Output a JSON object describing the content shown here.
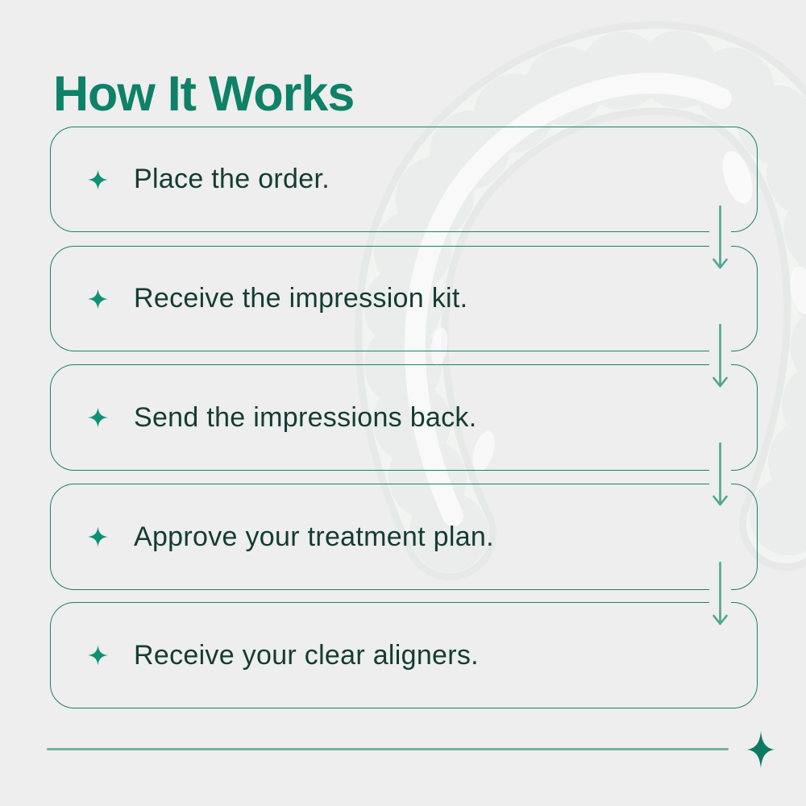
{
  "page": {
    "title": "How It Works",
    "background_color": "#edeeed",
    "background_art": "translucent-clear-aligner-arch"
  },
  "steps": [
    {
      "label": "Place the order.",
      "bullet_icon": "sparkle-four-point-star"
    },
    {
      "label": "Receive the impression kit.",
      "bullet_icon": "sparkle-four-point-star"
    },
    {
      "label": "Send the impressions back.",
      "bullet_icon": "sparkle-four-point-star"
    },
    {
      "label": "Approve your treatment plan.",
      "bullet_icon": "sparkle-four-point-star"
    },
    {
      "label": "Receive your clear aligners.",
      "bullet_icon": "sparkle-four-point-star"
    }
  ],
  "connectors": {
    "count": 4,
    "style": "downward-arrow-through-box-borders"
  },
  "footer": {
    "divider": "horizontal-line",
    "end_icon": "sparkle-four-point-star"
  },
  "colors": {
    "title_green": "#0e8168",
    "box_border_teal": "#1b8070",
    "step_text_dark_green": "#143c33",
    "bullet_star_green": "#0d9175",
    "arrow_teal": "#4fa691",
    "divider_line_teal": "#74b1a2",
    "divider_star_teal": "#0c7a63",
    "background_gray": "#edeeed"
  }
}
